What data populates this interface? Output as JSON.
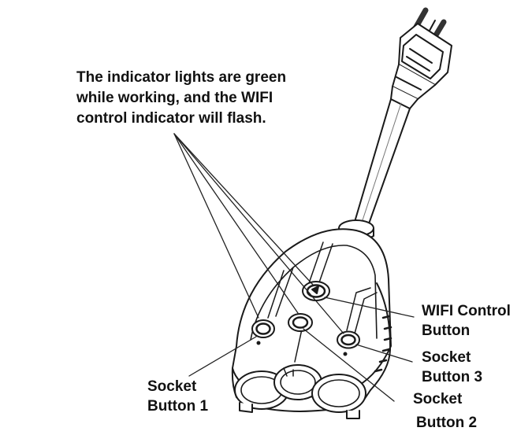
{
  "annotation": {
    "lines": [
      "The indicator lights are green",
      "while working, and the WIFI",
      "control indicator will flash."
    ]
  },
  "callouts": {
    "wifi_control_button": {
      "line1": "WIFI Control",
      "line2": "Button"
    },
    "socket_button_3": {
      "line1": "Socket",
      "line2": "Button 3"
    },
    "socket_button_2": {
      "line1": "Socket",
      "line2": "Button 2"
    },
    "socket_button_1": {
      "line1": "Socket",
      "line2": "Button 1"
    }
  },
  "colors": {
    "ink": "#111111",
    "background": "#ffffff"
  },
  "icons": [
    "smart-plug-illustration",
    "power-plug-icon",
    "wifi-control-button",
    "socket-button-1",
    "socket-button-2",
    "socket-button-3",
    "outlet-receptacle"
  ]
}
